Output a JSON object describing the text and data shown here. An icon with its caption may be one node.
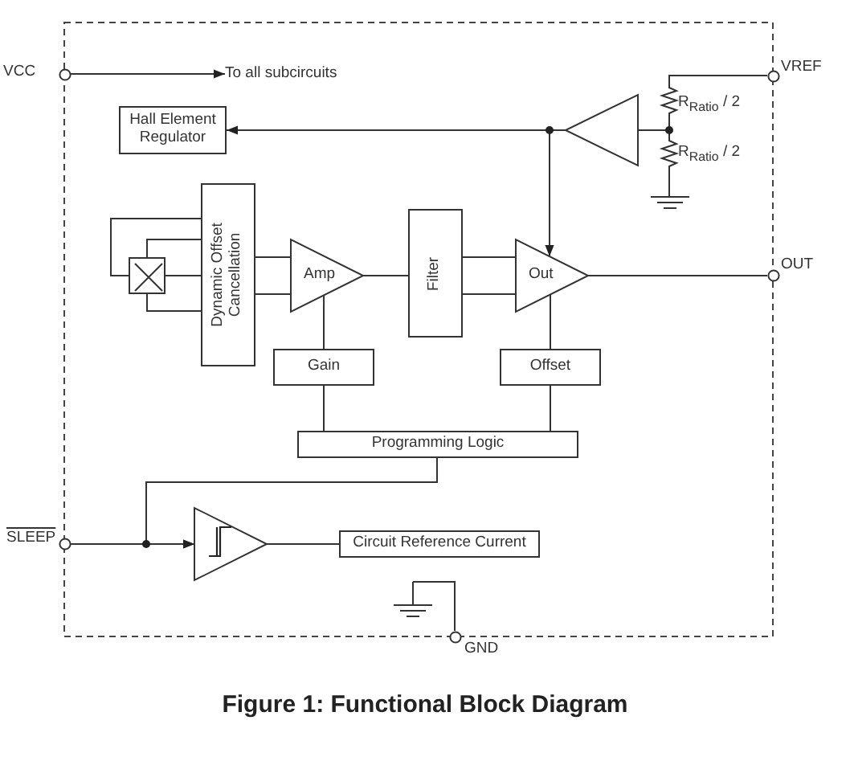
{
  "diagram": {
    "caption": "Figure 1: Functional Block Diagram",
    "nodes": [
      {
        "text": [],
        "shape": "circle",
        "beside": [
          "VCC"
        ]
      },
      {
        "text": [
          "To all subcircuits"
        ]
      },
      {
        "text": [],
        "shape": "circle",
        "beside": [
          "VREF"
        ]
      },
      {
        "text": [
          "Hall Element Regulator"
        ]
      },
      {
        "text": [],
        "shape": "triangle"
      },
      {
        "text": [],
        "shape": "resistor",
        "beside": [
          "R$_{Ratio}$ / 2"
        ]
      },
      {
        "text": [],
        "shape": "resistor",
        "beside": [
          "R$_{Ratio}$ / 2"
        ]
      },
      {
        "text": [],
        "shape": "ground"
      },
      {
        "text": [
          "Dynamic Offset Cancellation"
        ]
      },
      {
        "text": [],
        "shape": "box"
      },
      {
        "text": [
          "Amp"
        ]
      },
      {
        "text": [
          "Filter"
        ]
      },
      {
        "text": [
          "Out"
        ]
      },
      {
        "text": [],
        "shape": "circle",
        "beside": [
          "OUT"
        ]
      },
      {
        "text": [
          "Gain"
        ]
      },
      {
        "text": [
          "Offset"
        ]
      },
      {
        "text": [
          "Programming Logic"
        ]
      },
      {
        "text": [],
        "shape": "circle",
        "beside": [
          "SLEEP"
        ]
      },
      {
        "text": [],
        "shape": "triangle"
      },
      {
        "text": [
          "Circuit Reference Current"
        ]
      },
      {
        "text": [],
        "shape": "ground"
      },
      {
        "text": [],
        "shape": "circle",
        "beside": [
          "GND"
        ]
      }
    ],
    "edges": [
      {
        "from": 0,
        "to": 1,
        "arrow": "to"
      },
      {
        "from": 2,
        "to": 5,
        "arrow": "none"
      },
      {
        "from": 5,
        "to": 6,
        "arrow": "none"
      },
      {
        "from": 6,
        "to": 7,
        "arrow": "none"
      },
      {
        "from": 5,
        "to": 4,
        "arrow": "none"
      },
      {
        "from": 4,
        "to": 3,
        "arrow": "to"
      },
      {
        "from": 4,
        "to": 12,
        "arrow": "to"
      },
      {
        "from": 9,
        "to": 8,
        "arrow": "none"
      },
      {
        "from": 9,
        "to": 8,
        "arrow": "none"
      },
      {
        "from": 9,
        "to": 8,
        "arrow": "none"
      },
      {
        "from": 9,
        "to": 8,
        "arrow": "none"
      },
      {
        "from": 8,
        "to": 10,
        "arrow": "none"
      },
      {
        "from": 8,
        "to": 10,
        "arrow": "none"
      },
      {
        "from": 10,
        "to": 11,
        "arrow": "none"
      },
      {
        "from": 11,
        "to": 12,
        "arrow": "none"
      },
      {
        "from": 11,
        "to": 12,
        "arrow": "none"
      },
      {
        "from": 12,
        "to": 13,
        "arrow": "none"
      },
      {
        "from": 14,
        "to": 10,
        "arrow": "none"
      },
      {
        "from": 15,
        "to": 12,
        "arrow": "none"
      },
      {
        "from": 16,
        "to": 14,
        "arrow": "none"
      },
      {
        "from": 16,
        "to": 15,
        "arrow": "none"
      },
      {
        "from": 16,
        "to": 18,
        "arrow": "to"
      },
      {
        "from": 17,
        "to": 18,
        "arrow": "to"
      },
      {
        "from": 18,
        "to": 19,
        "arrow": "none"
      },
      {
        "from": 20,
        "to": 21,
        "arrow": "none"
      }
    ]
  }
}
